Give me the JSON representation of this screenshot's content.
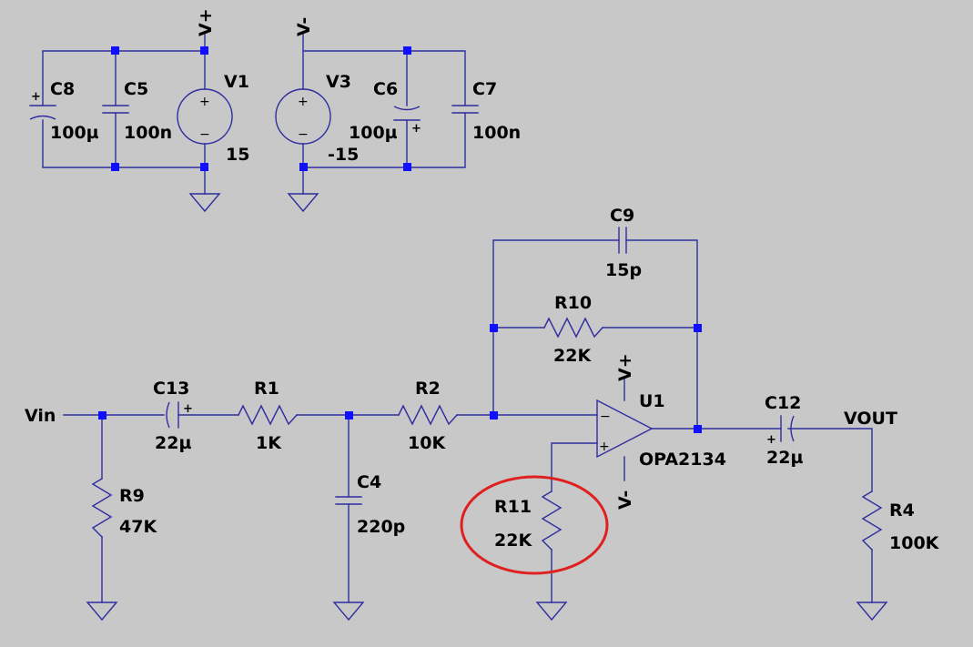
{
  "colors": {
    "background": "#c8c8c8",
    "wire": "#2e2ea0",
    "node": "#1010ff",
    "highlight": "#e02020",
    "text": "#000000"
  },
  "rails": {
    "vplus": "V+",
    "vminus": "V-"
  },
  "supply_plus": {
    "c8": {
      "name": "C8",
      "value": "100µ"
    },
    "c5": {
      "name": "C5",
      "value": "100n"
    },
    "v1": {
      "name": "V1",
      "value": "15"
    }
  },
  "supply_minus": {
    "v3": {
      "name": "V3",
      "value": "-15"
    },
    "c6": {
      "name": "C6",
      "value": "100µ"
    },
    "c7": {
      "name": "C7",
      "value": "100n"
    }
  },
  "circuit": {
    "vin": "Vin",
    "vout": "VOUT",
    "c13": {
      "name": "C13",
      "value": "22µ"
    },
    "r1": {
      "name": "R1",
      "value": "1K"
    },
    "r2": {
      "name": "R2",
      "value": "10K"
    },
    "r9": {
      "name": "R9",
      "value": "47K"
    },
    "c4": {
      "name": "C4",
      "value": "220p"
    },
    "c9": {
      "name": "C9",
      "value": "15p"
    },
    "r10": {
      "name": "R10",
      "value": "22K"
    },
    "u1": {
      "name": "U1",
      "part": "OPA2134"
    },
    "r11": {
      "name": "R11",
      "value": "22K"
    },
    "c12": {
      "name": "C12",
      "value": "22µ"
    },
    "r4": {
      "name": "R4",
      "value": "100K"
    }
  },
  "symbols": {
    "plus": "+",
    "minus": "−"
  }
}
